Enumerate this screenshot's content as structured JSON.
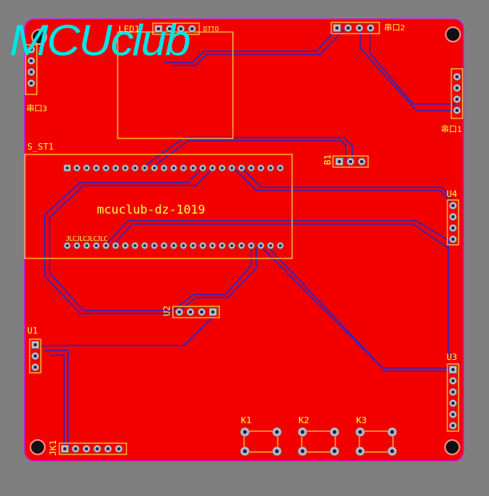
{
  "logo": "MCUclub",
  "board_title": "mcuclub-dz-1019",
  "designators": {
    "led1": "LED1",
    "s_st1": "S_ST1",
    "b1": "B1",
    "u1": "U1",
    "u2": "U2",
    "u3": "U3",
    "u4": "U4",
    "k1": "K1",
    "k2": "K2",
    "k3": "K3",
    "jk1": "JK1",
    "j_left": "串口3",
    "j_right": "串口1",
    "j_top": "串口2",
    "led_label": "DTTO"
  },
  "lcd_pin_labels": "JLCJLCJLCJLC",
  "colors": {
    "board": "#f20000",
    "copper_bottom": "#2828c8",
    "outline": "#e000e0",
    "silkscreen": "#ffff44",
    "logo": "#00e5e5",
    "background": "#7f7f7f"
  }
}
